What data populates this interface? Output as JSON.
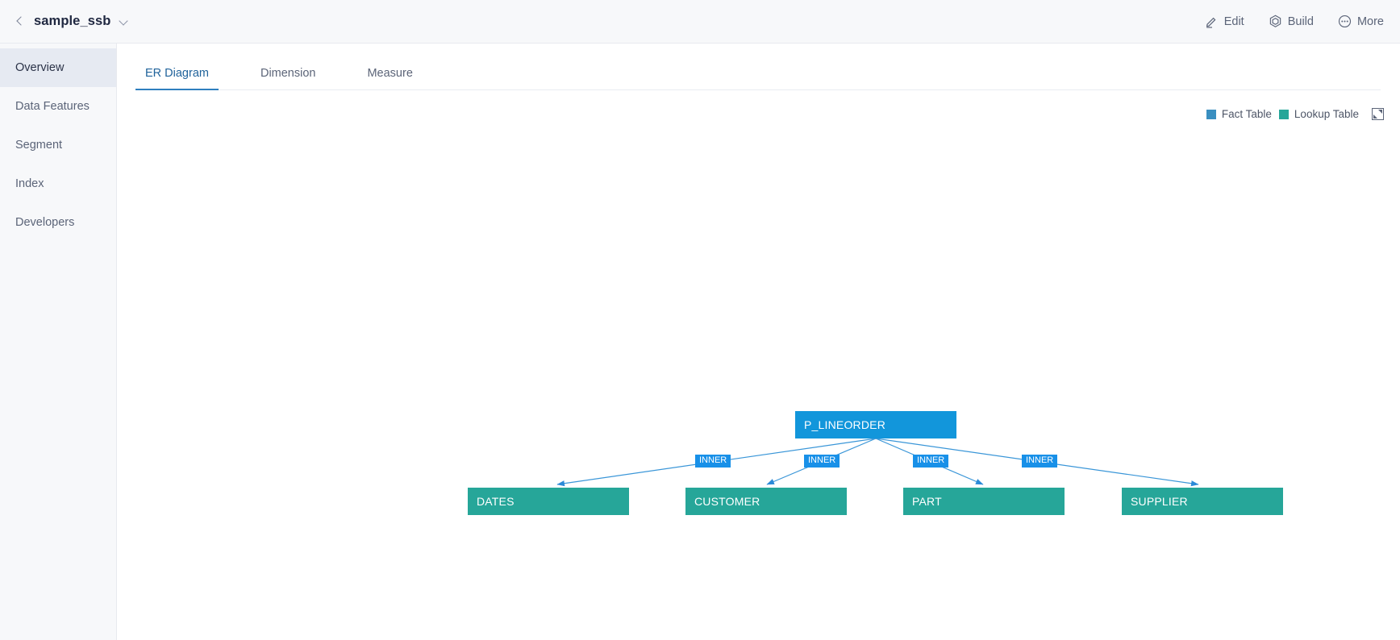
{
  "header": {
    "back_icon": "chevron-left-icon",
    "title": "sample_ssb",
    "dropdown_icon": "chevron-down-icon",
    "actions": [
      {
        "label": "Edit",
        "icon": "pencil-icon"
      },
      {
        "label": "Build",
        "icon": "cube-icon"
      },
      {
        "label": "More",
        "icon": "ellipsis-circle-icon"
      }
    ]
  },
  "sidebar": {
    "items": [
      {
        "label": "Overview",
        "active": true
      },
      {
        "label": "Data Features",
        "active": false
      },
      {
        "label": "Segment",
        "active": false
      },
      {
        "label": "Index",
        "active": false
      },
      {
        "label": "Developers",
        "active": false
      }
    ]
  },
  "tabs": [
    {
      "label": "ER Diagram",
      "active": true
    },
    {
      "label": "Dimension",
      "active": false
    },
    {
      "label": "Measure",
      "active": false
    }
  ],
  "legend": {
    "fact_label": "Fact Table",
    "fact_color": "#3a8fc0",
    "lookup_label": "Lookup Table",
    "lookup_color": "#26a699",
    "expand_icon": "fullscreen-expand-icon"
  },
  "diagram": {
    "fact_table": {
      "name": "P_LINEORDER",
      "color": "#1296db"
    },
    "lookup_color": "#26a699",
    "join_type": "INNER",
    "lookup_tables": [
      {
        "name": "DATES"
      },
      {
        "name": "CUSTOMER"
      },
      {
        "name": "PART"
      },
      {
        "name": "SUPPLIER"
      }
    ],
    "joins": [
      {
        "label": "INNER",
        "from": "P_LINEORDER",
        "to": "DATES"
      },
      {
        "label": "INNER",
        "from": "P_LINEORDER",
        "to": "CUSTOMER"
      },
      {
        "label": "INNER",
        "from": "P_LINEORDER",
        "to": "PART"
      },
      {
        "label": "INNER",
        "from": "P_LINEORDER",
        "to": "SUPPLIER"
      }
    ]
  }
}
